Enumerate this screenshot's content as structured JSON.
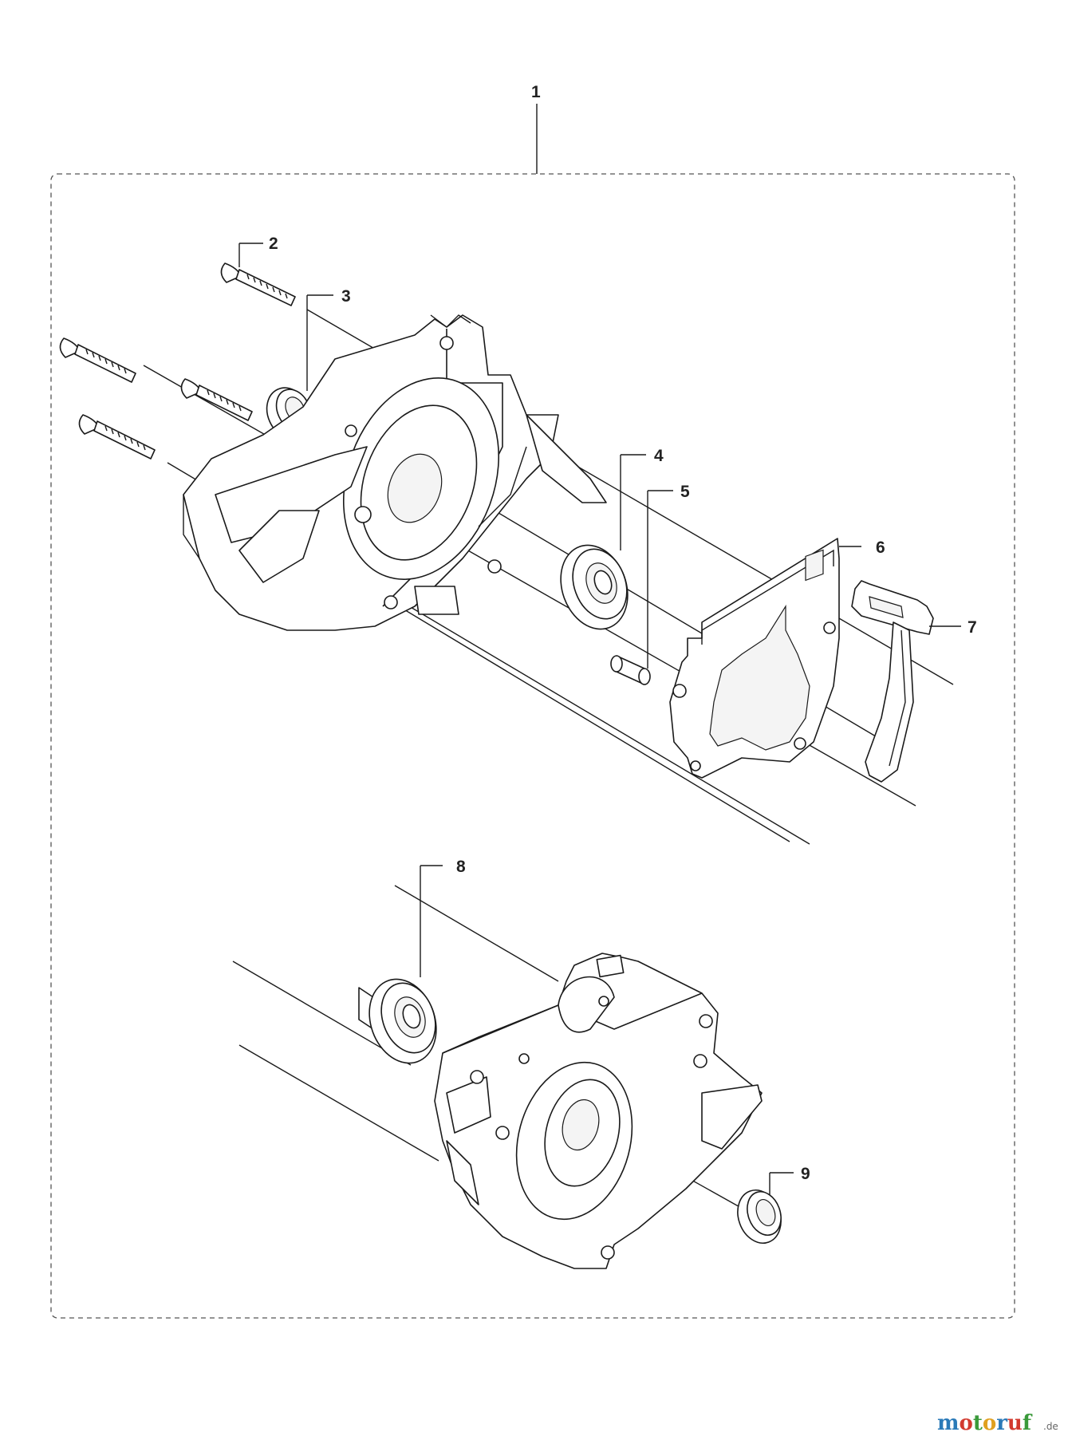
{
  "callouts": [
    {
      "id": "1",
      "label": "1"
    },
    {
      "id": "2",
      "label": "2"
    },
    {
      "id": "3",
      "label": "3"
    },
    {
      "id": "4",
      "label": "4"
    },
    {
      "id": "5",
      "label": "5"
    },
    {
      "id": "6",
      "label": "6"
    },
    {
      "id": "7",
      "label": "7"
    },
    {
      "id": "8",
      "label": "8"
    },
    {
      "id": "9",
      "label": "9"
    }
  ],
  "watermark": {
    "letters": [
      "m",
      "o",
      "t",
      "o",
      "r",
      "u",
      "f"
    ],
    "letter_colors": [
      "#2a7ab8",
      "#d23a2f",
      "#3a9a3a",
      "#e0a020",
      "#2a7ab8",
      "#d23a2f",
      "#3a9a3a"
    ],
    "suffix": ".de"
  }
}
